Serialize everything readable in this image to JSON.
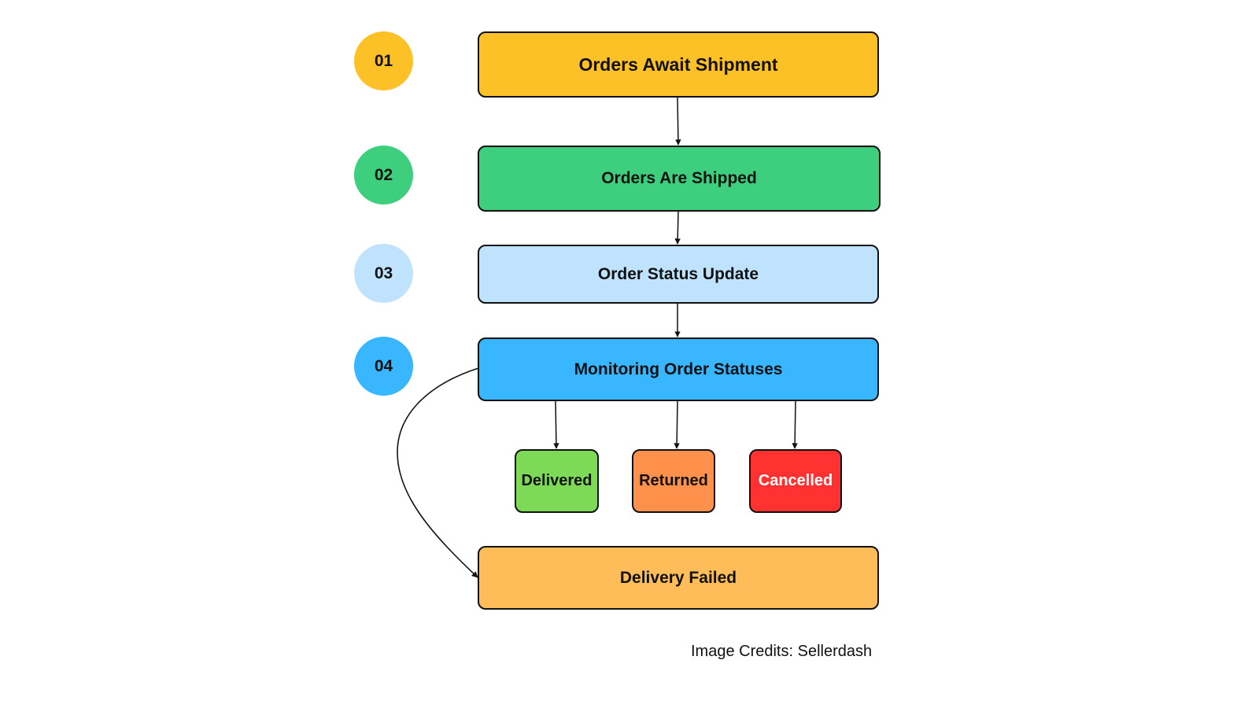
{
  "steps": [
    {
      "number": "01",
      "label": "Orders Await Shipment",
      "color": "#FDC128"
    },
    {
      "number": "02",
      "label": "Orders Are Shipped",
      "color": "#3ECF7E"
    },
    {
      "number": "03",
      "label": "Order Status Update",
      "color": "#BFE3FD"
    },
    {
      "number": "04",
      "label": "Monitoring Order Statuses",
      "color": "#38B6FF"
    }
  ],
  "outcomes": [
    {
      "label": "Delivered",
      "color": "#7ED957",
      "text_color": "#111111"
    },
    {
      "label": "Returned",
      "color": "#FF914D",
      "text_color": "#111111"
    },
    {
      "label": "Cancelled",
      "color": "#FF3131",
      "text_color": "#FFFFFF"
    }
  ],
  "failure": {
    "label": "Delivery Failed",
    "color": "#FFBD59"
  },
  "edges": [
    {
      "from": "Orders Await Shipment",
      "to": "Orders Are Shipped"
    },
    {
      "from": "Orders Are Shipped",
      "to": "Order Status Update"
    },
    {
      "from": "Order Status Update",
      "to": "Monitoring Order Statuses"
    },
    {
      "from": "Monitoring Order Statuses",
      "to": "Delivered"
    },
    {
      "from": "Monitoring Order Statuses",
      "to": "Returned"
    },
    {
      "from": "Monitoring Order Statuses",
      "to": "Cancelled"
    },
    {
      "from": "Monitoring Order Statuses",
      "to": "Delivery Failed",
      "style": "curved"
    }
  ],
  "credit": "Image Credits: Sellerdash"
}
